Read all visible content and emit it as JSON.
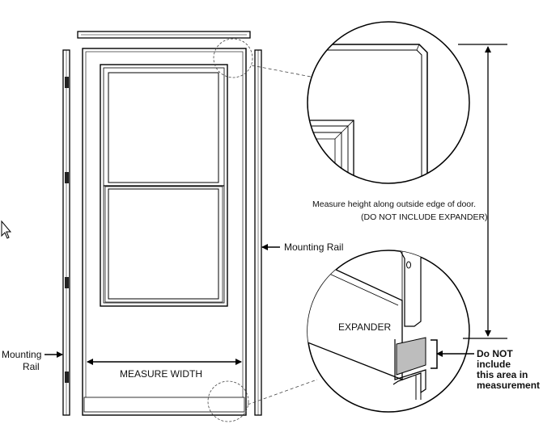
{
  "labels": {
    "mounting_rail_left_line1": "Mounting",
    "mounting_rail_left_line2": "Rail",
    "mounting_rail_right": "Mounting Rail",
    "measure_width": "MEASURE WIDTH",
    "measure_height_line1": "Measure height along outside edge of door.",
    "measure_height_line2": "(DO NOT INCLUDE EXPANDER)",
    "expander": "EXPANDER",
    "do_not_include": [
      "Do NOT",
      "include",
      "this area in",
      "measurement"
    ]
  },
  "icons": {
    "cursor": "mouse-pointer-arrow"
  }
}
